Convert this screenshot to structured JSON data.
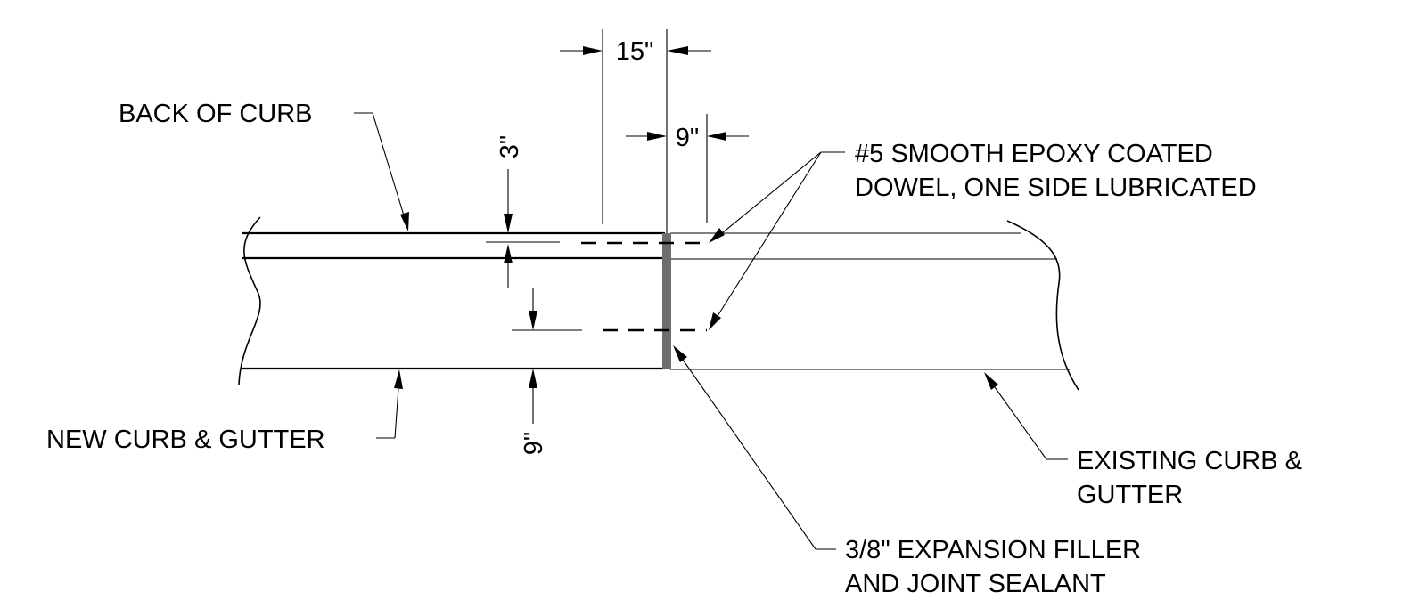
{
  "labels": {
    "back_of_curb": "BACK OF CURB",
    "new_curb_gutter": "NEW CURB & GUTTER",
    "existing_line1": "EXISTING CURB &",
    "existing_line2": "GUTTER",
    "dowel_line1": "#5 SMOOTH EPOXY COATED",
    "dowel_line2": "DOWEL, ONE SIDE LUBRICATED",
    "filler_line1": "3/8\" EXPANSION FILLER",
    "filler_line2": "AND JOINT SEALANT"
  },
  "dimensions": {
    "dowel_spacing_top": "15\"",
    "dowel_embed": "9\"",
    "top_offset": "3\"",
    "bottom_offset": "9\""
  },
  "colors": {
    "line": "#000000",
    "expansion_filler": "#6e6e6e",
    "background": "#ffffff"
  }
}
